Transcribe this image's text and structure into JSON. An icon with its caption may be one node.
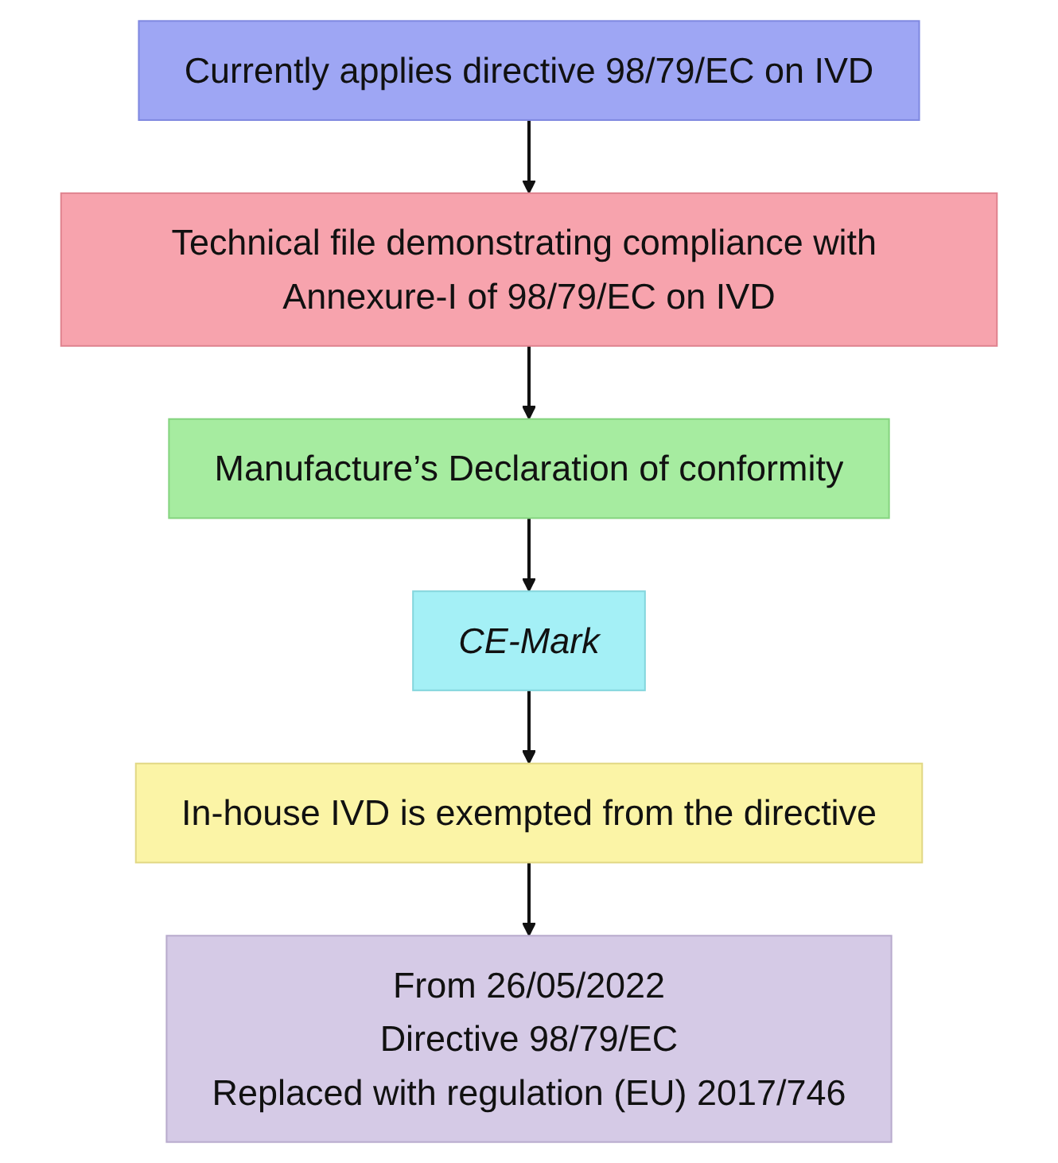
{
  "diagram": {
    "nodes": [
      {
        "text": [
          "Currently applies directive 98/79/EC on IVD"
        ]
      },
      {
        "text": [
          "Technical file demonstrating compliance with Annexure-I of 98/79/EC on IVD"
        ]
      },
      {
        "text": [
          "Manufacture’s Declaration of conformity"
        ]
      },
      {
        "text": [
          "CE-Mark"
        ]
      },
      {
        "text": [
          "In-house IVD is exempted from the directive"
        ]
      },
      {
        "text": [
          "From 26/05/2022",
          "Directive 98/79/EC",
          "Replaced with regulation (EU) 2017/746"
        ]
      }
    ],
    "edges": [
      {
        "from": 0,
        "to": 1,
        "arrow": "to"
      },
      {
        "from": 1,
        "to": 2,
        "arrow": "to"
      },
      {
        "from": 2,
        "to": 3,
        "arrow": "to"
      },
      {
        "from": 3,
        "to": 4,
        "arrow": "to"
      },
      {
        "from": 4,
        "to": 5,
        "arrow": "to"
      }
    ]
  }
}
